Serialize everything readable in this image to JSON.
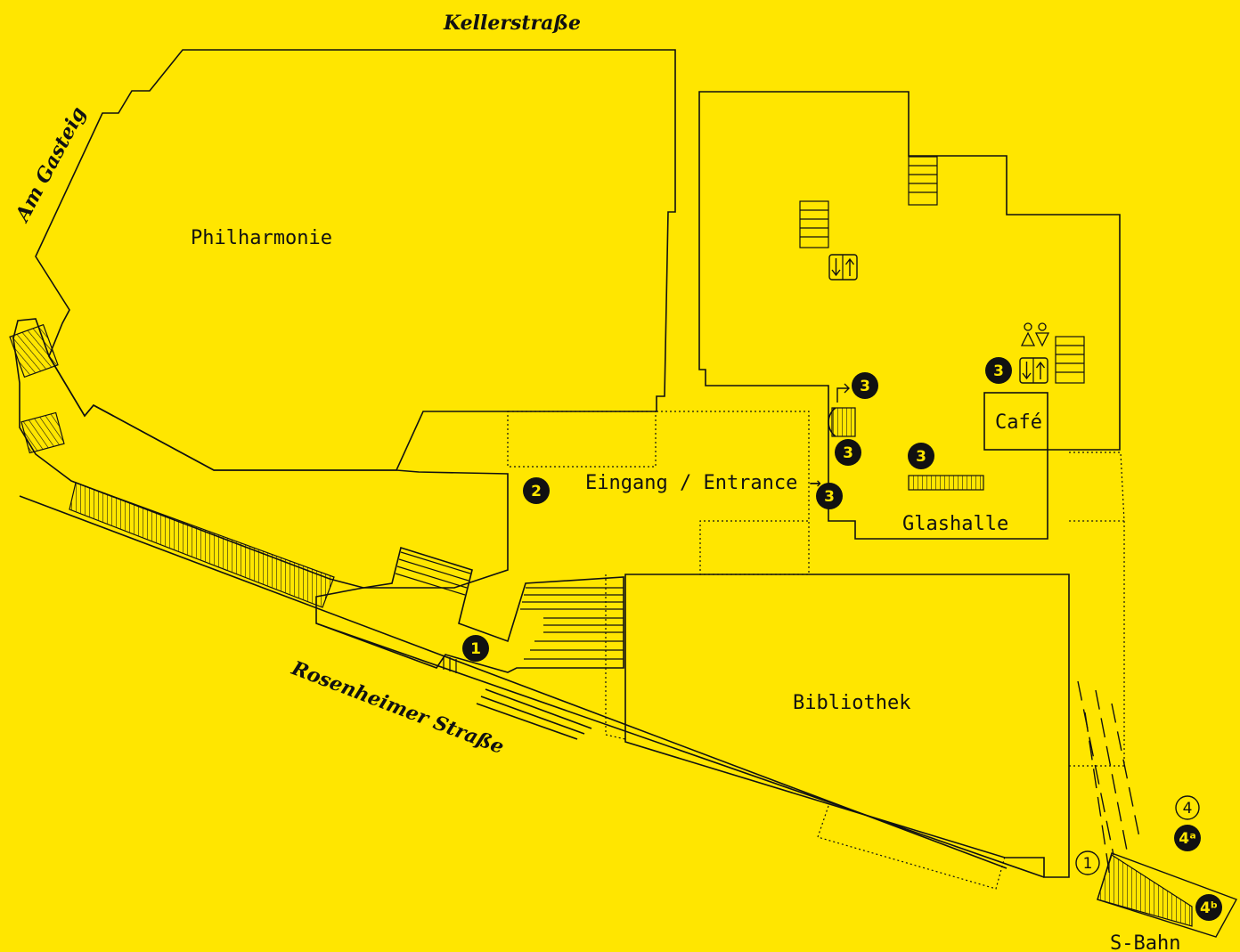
{
  "colors": {
    "background": "#FFE600",
    "ink": "#111111"
  },
  "streets": {
    "kellerstrasse": "Kellerstraße",
    "am_gasteig": "Am Gasteig",
    "rosenheimer": "Rosenheimer Straße"
  },
  "buildings": {
    "philharmonie": "Philharmonie",
    "bibliothek": "Bibliothek",
    "glashalle": "Glashalle",
    "cafe": "Café",
    "sbahn": "S-Bahn"
  },
  "entrance": {
    "label": "Eingang / Entrance →"
  },
  "markers": {
    "m1": "1",
    "m2": "2",
    "m3": "3",
    "m4": "4",
    "m1_outline": "1",
    "m4_outline": "4",
    "m4a": "4ᵃ",
    "m4b": "4ᵇ"
  },
  "icons": {
    "elevator": "elevator-icon",
    "toilet": "toilet-icon",
    "arrow": "arrow-up-right-icon"
  }
}
